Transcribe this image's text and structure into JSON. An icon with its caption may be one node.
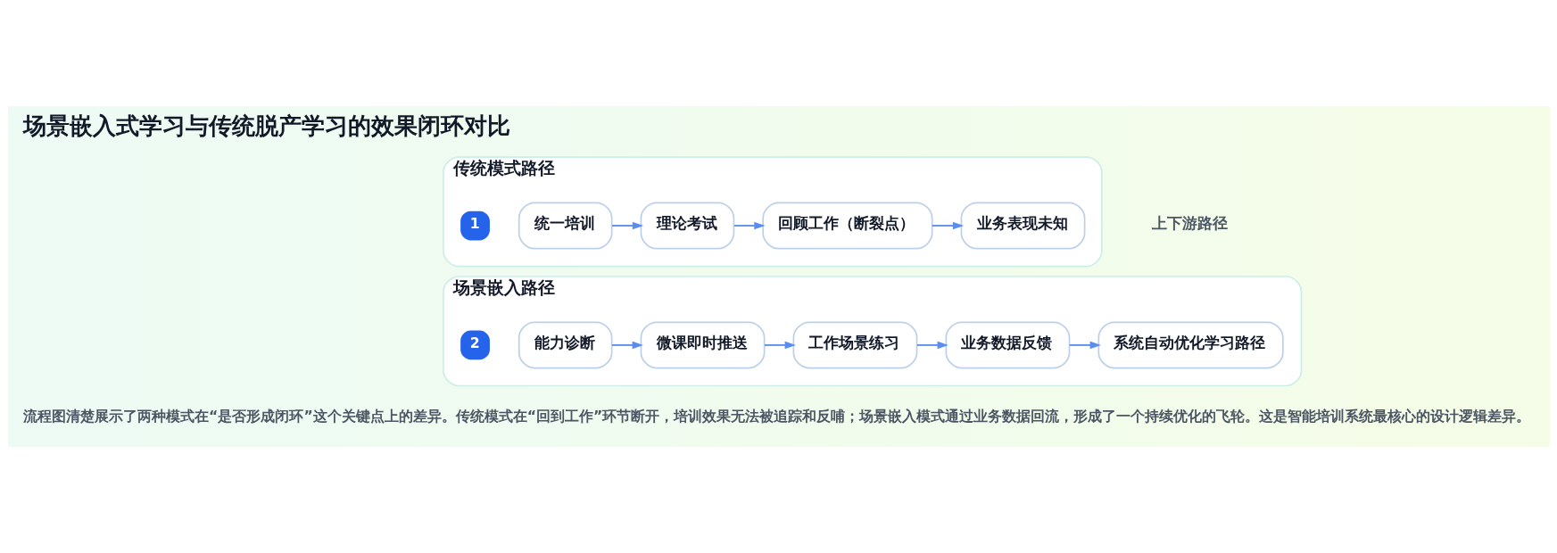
{
  "diagram": {
    "title": "场景嵌入式学习与传统脱产学习的效果闭环对比",
    "caption": "流程图清楚展示了两种模式在“是否形成闭环”这个关键点上的差异。传统模式在“回到工作”环节断开，培训效果无法被追踪和反哺；场景嵌入模式通过业务数据回流，形成了一个持续优化的飞轮。这是智能培训系统最核心的设计逻辑差异。",
    "nodes": [
      {
        "text": [
          "传统模式路径"
        ]
      },
      {
        "text": [
          "1"
        ],
        "in": 0
      },
      {
        "text": [
          "统一培训"
        ],
        "in": 0
      },
      {
        "text": [
          "理论考试"
        ],
        "in": 0
      },
      {
        "text": [
          "回顾工作（断裂点）"
        ],
        "in": 0
      },
      {
        "text": [
          "业务表现未知"
        ],
        "in": 0
      },
      {
        "text": [
          "场景嵌入路径"
        ]
      },
      {
        "text": [
          "2"
        ],
        "in": 6
      },
      {
        "text": [
          "能力诊断"
        ],
        "in": 6
      },
      {
        "text": [
          "微课即时推送"
        ],
        "in": 6
      },
      {
        "text": [
          "工作场景练习"
        ],
        "in": 6
      },
      {
        "text": [
          "业务数据反馈"
        ],
        "in": 6
      },
      {
        "text": [
          "系统自动优化学习路径"
        ],
        "in": 6
      }
    ],
    "edges": [
      {
        "from": 2,
        "to": 3,
        "arrow": "to"
      },
      {
        "from": 3,
        "to": 4,
        "arrow": "to"
      },
      {
        "from": 4,
        "to": 5,
        "arrow": "to"
      },
      {
        "from": 8,
        "to": 9,
        "arrow": "to"
      },
      {
        "from": 9,
        "to": 10,
        "arrow": "to"
      },
      {
        "from": 10,
        "to": 11,
        "arrow": "to"
      },
      {
        "from": 11,
        "to": 12,
        "arrow": "to"
      }
    ],
    "labels": [
      "上下游路径"
    ]
  }
}
